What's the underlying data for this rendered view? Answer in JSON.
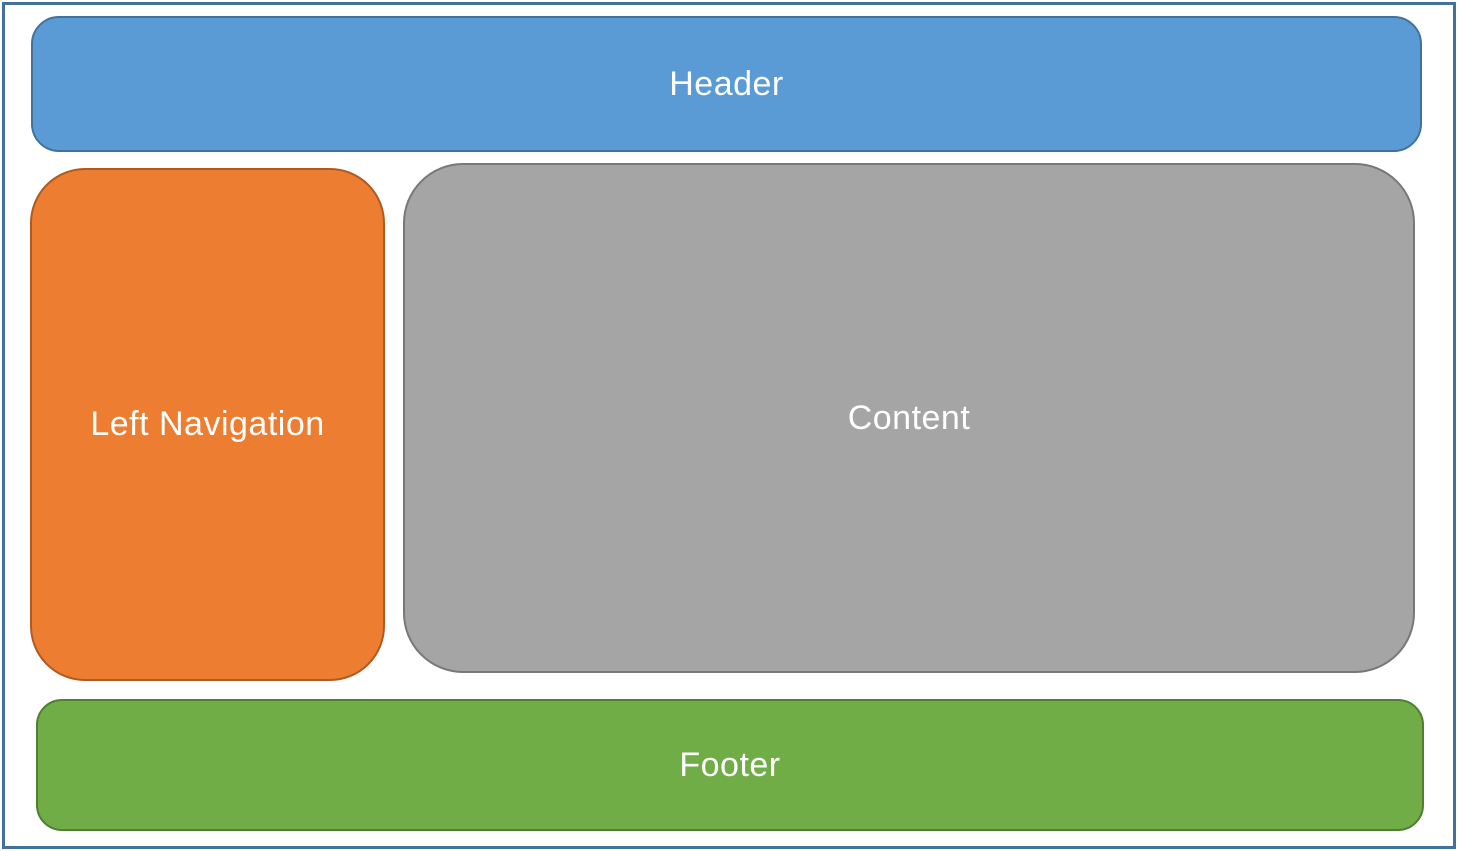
{
  "page": {
    "border_color": "#41719C",
    "background_color": "#FFFFFF",
    "label_text_color": "#FFFFFF"
  },
  "regions": {
    "header": {
      "label": "Header",
      "fill": "#5B9BD5",
      "border": "#41719C"
    },
    "left_nav": {
      "label": "Left Navigation",
      "fill": "#ED7D31",
      "border": "#AE5A21"
    },
    "content": {
      "label": "Content",
      "fill": "#A5A5A5",
      "border": "#787878"
    },
    "footer": {
      "label": "Footer",
      "fill": "#70AD47",
      "border": "#507E32"
    }
  }
}
